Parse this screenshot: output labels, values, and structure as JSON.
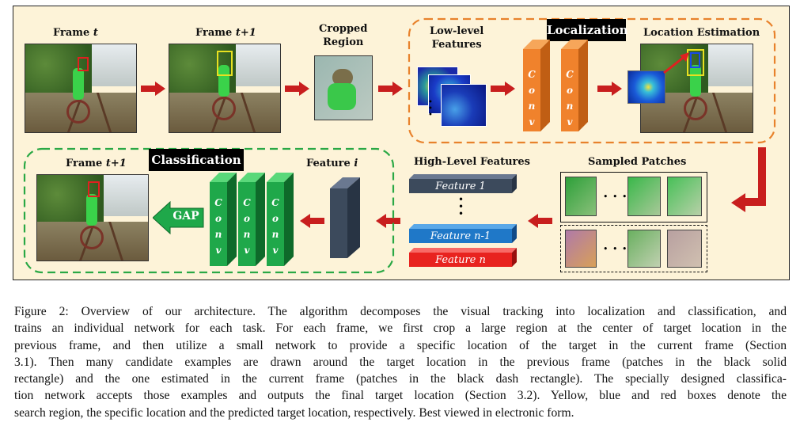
{
  "labels": {
    "frame_t": "Frame t",
    "frame_t1_top": "Frame t+1",
    "cropped_region": [
      "Cropped",
      "Region"
    ],
    "low_level_features": [
      "Low-level",
      "Features"
    ],
    "localization": "Localization",
    "location_estimation": "Location Estimation",
    "sampled_patches": "Sampled Patches",
    "high_level_features": "High-Level Features",
    "feature_i": "Feature i",
    "classification": "Classification",
    "frame_t1_bottom": "Frame t+1",
    "gap": "GAP",
    "conv": [
      "C",
      "o",
      "n",
      "v"
    ],
    "feature_1": "Feature 1",
    "feature_n1": "Feature n-1",
    "feature_n": "Feature n",
    "ellipsis_dots": "• • •"
  },
  "colors": {
    "background": "#fdf3d8",
    "localization_conv": "#f0822c",
    "classification_conv": "#1fa84a",
    "feature_dark": "#3c4a5c",
    "feature_blue": "#1f78c8",
    "feature_red": "#e8231f",
    "arrow_red": "#c81e1e",
    "dashed_orange": "#e8822c",
    "dashed_green": "#2aa845"
  },
  "caption": [
    "Figure 2: Overview of our architecture. The algorithm decomposes the visual tracking into localization and classification, and",
    "trains an individual network for each task. For each frame, we first crop a large region at the center of target location in the",
    "previous frame, and then utilize a small network to provide a specific location of the target in the current frame (Section",
    "3.1). Then many candidate examples are drawn around the target location in the previous frame (patches in the black solid",
    "rectangle) and the one estimated in the current frame (patches in the black dash rectangle). The specially designed classifica-",
    "tion network accepts those examples and outputs the final target location (Section 3.2). Yellow, blue and red boxes denote the",
    "search region, the specific location and the predicted target location, respectively. Best viewed in electronic form."
  ]
}
